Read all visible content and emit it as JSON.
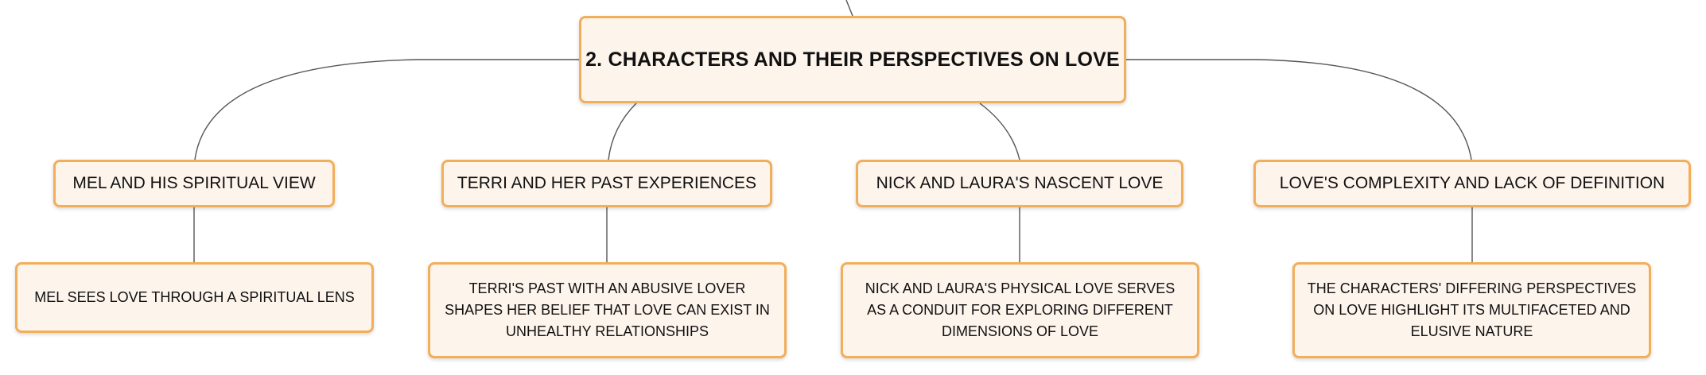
{
  "root": {
    "label": "2. CHARACTERS AND THEIR PERSPECTIVES ON LOVE"
  },
  "branches": [
    {
      "label": "MEL AND HIS SPIRITUAL VIEW",
      "detail": "MEL SEES LOVE THROUGH A SPIRITUAL LENS"
    },
    {
      "label": "TERRI AND HER PAST EXPERIENCES",
      "detail": "TERRI'S PAST WITH AN ABUSIVE LOVER SHAPES HER BELIEF THAT LOVE CAN EXIST IN UNHEALTHY RELATIONSHIPS"
    },
    {
      "label": "NICK AND LAURA'S NASCENT LOVE",
      "detail": "NICK AND LAURA'S PHYSICAL LOVE SERVES AS A CONDUIT FOR EXPLORING DIFFERENT DIMENSIONS OF LOVE"
    },
    {
      "label": "LOVE'S COMPLEXITY AND LACK OF DEFINITION",
      "detail": "THE CHARACTERS' DIFFERING PERSPECTIVES ON LOVE HIGHLIGHT ITS MULTIFACETED AND ELUSIVE NATURE"
    }
  ],
  "colors": {
    "node_border": "#f2ae5a",
    "node_fill": "#fdf4ec",
    "connector": "#555555",
    "text": "#111111"
  }
}
